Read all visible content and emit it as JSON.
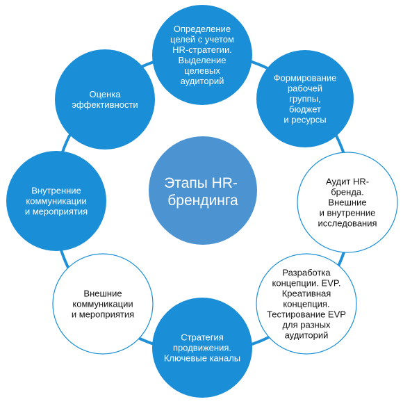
{
  "diagram": {
    "center": {
      "lines": [
        "Этапы HR-",
        "брендинга"
      ]
    },
    "stages": [
      {
        "lines": [
          "Определение",
          "целей с учетом",
          "HR-стратегии.",
          "Выделение",
          "целевых",
          "аудиторий"
        ],
        "style": "filled"
      },
      {
        "lines": [
          "Формирование",
          "рабочей",
          "группы,",
          "бюджет",
          "и ресурсы"
        ],
        "style": "filled"
      },
      {
        "lines": [
          "Аудит HR-",
          "бренда.",
          "Внешние",
          "и внутренние",
          "исследования"
        ],
        "style": "outline"
      },
      {
        "lines": [
          "Разработка",
          "концепции. EVP.",
          "Креативная",
          "концепция.",
          "Тестирование EVP",
          "для разных",
          "аудиторий"
        ],
        "style": "outline"
      },
      {
        "lines": [
          "Стратегия",
          "продвижения.",
          "Ключевые каналы"
        ],
        "style": "filled"
      },
      {
        "lines": [
          "Внешние",
          "коммуникации",
          "и мероприятия"
        ],
        "style": "outline"
      },
      {
        "lines": [
          "Внутренние",
          "коммуникации",
          "и мероприятия"
        ],
        "style": "filled"
      },
      {
        "lines": [
          "Оценка",
          "эффективности"
        ],
        "style": "filled"
      }
    ],
    "colors": {
      "filled": "#1a8fd8",
      "outline": "#1a8fd8",
      "center": "#4c93d2",
      "ring": "#1f8fd6"
    }
  }
}
